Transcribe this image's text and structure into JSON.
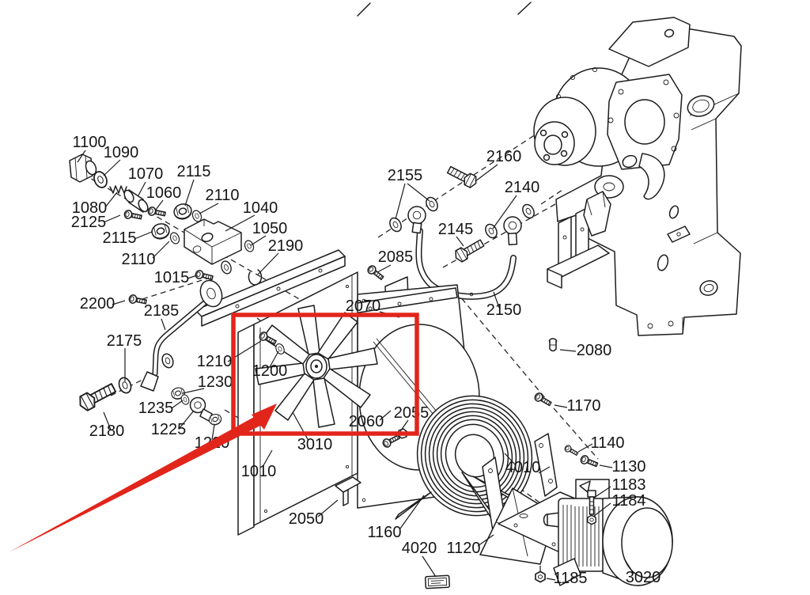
{
  "diagram": {
    "kind": "exploded-parts-diagram",
    "background": "#ffffff",
    "line_color": "#1c1c1c",
    "highlight_color": "#e2251b",
    "callouts": [
      {
        "label": "1100"
      },
      {
        "label": "1090"
      },
      {
        "label": "1070"
      },
      {
        "label": "2115"
      },
      {
        "label": "1060"
      },
      {
        "label": "2110"
      },
      {
        "label": "1080"
      },
      {
        "label": "2125"
      },
      {
        "label": "2115"
      },
      {
        "label": "2110"
      },
      {
        "label": "1040"
      },
      {
        "label": "1050"
      },
      {
        "label": "2190"
      },
      {
        "label": "1015"
      },
      {
        "label": "2200"
      },
      {
        "label": "2185"
      },
      {
        "label": "2175"
      },
      {
        "label": "2180"
      },
      {
        "label": "1210"
      },
      {
        "label": "1200"
      },
      {
        "label": "1230"
      },
      {
        "label": "1235"
      },
      {
        "label": "1225"
      },
      {
        "label": "1220"
      },
      {
        "label": "3010"
      },
      {
        "label": "1010"
      },
      {
        "label": "2050"
      },
      {
        "label": "2070"
      },
      {
        "label": "2085"
      },
      {
        "label": "2155"
      },
      {
        "label": "2160"
      },
      {
        "label": "2145"
      },
      {
        "label": "2140"
      },
      {
        "label": "2150"
      },
      {
        "label": "2080"
      },
      {
        "label": "2060"
      },
      {
        "label": "2055"
      },
      {
        "label": "1170"
      },
      {
        "label": "1140"
      },
      {
        "label": "1130"
      },
      {
        "label": "4010"
      },
      {
        "label": "1183"
      },
      {
        "label": "1184"
      },
      {
        "label": "1160"
      },
      {
        "label": "4020"
      },
      {
        "label": "1120"
      },
      {
        "label": "1185"
      },
      {
        "label": "3020"
      }
    ]
  }
}
